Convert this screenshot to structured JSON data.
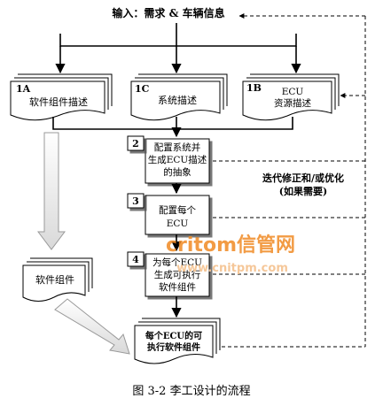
{
  "input_label": "输入：需求 & 车辆信息",
  "docs": {
    "d1a": {
      "num": "1A",
      "label": "软件组件描述"
    },
    "d1c": {
      "num": "1C",
      "label": "系统描述"
    },
    "d1b": {
      "num": "1B",
      "label_line1": "ECU",
      "label_line2": "资源描述"
    },
    "software_components": {
      "label": "软件组件"
    },
    "executables": {
      "label_line1": "每个ECU的可",
      "label_line2": "执行软件组件"
    }
  },
  "steps": {
    "s2": {
      "num": "2",
      "line1": "配置系统并",
      "line2": "生成ECU描述",
      "line3": "的抽象"
    },
    "s3": {
      "num": "3",
      "line1": "配置每个",
      "line2": "ECU"
    },
    "s4": {
      "num": "4",
      "line1": "为每个ECU",
      "line2": "生成可执行",
      "line3": "软件组件"
    }
  },
  "iteration_label": {
    "line1": "迭代修正和/或优化",
    "line2": "(如果需要)"
  },
  "watermark": {
    "brand": "critom信管网",
    "url": "www.cnitpm.com"
  },
  "caption": "图 3-2  李工设计的流程",
  "colors": {
    "watermark_orange": "#f08a24",
    "watermark_url": "#f5c28f"
  }
}
